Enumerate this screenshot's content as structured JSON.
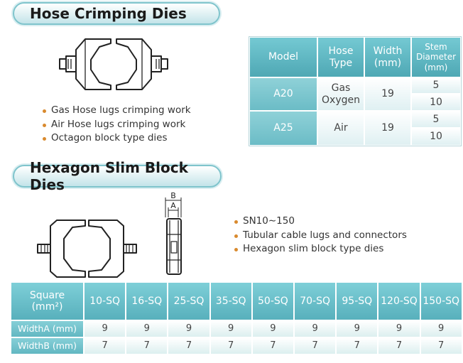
{
  "section1": {
    "title": "Hose Crimping Dies",
    "bullets": [
      "Gas Hose lugs crimping work",
      "Air Hose lugs crimping work",
      "Octagon block type dies"
    ]
  },
  "spec_table": {
    "headers": {
      "model": "Model",
      "hose_type": [
        "Hose",
        "Type"
      ],
      "width": [
        "Width",
        "(mm)"
      ],
      "stem": [
        "Stem",
        "Diameter",
        "(mm)"
      ]
    },
    "rows": [
      {
        "model": "A20",
        "hose_type": [
          "Gas",
          "Oxygen"
        ],
        "width": "19",
        "stem": [
          "5",
          "10"
        ]
      },
      {
        "model": "A25",
        "hose_type": [
          "Air"
        ],
        "width": "19",
        "stem": [
          "5",
          "10"
        ]
      }
    ]
  },
  "section2": {
    "title": "Hexagon Slim Block Dies",
    "bullets": [
      "SN10∼150",
      "Tubular cable lugs and connectors",
      "Hexagon slim block type dies"
    ],
    "dim_labels": {
      "b": "B",
      "a": "A"
    }
  },
  "dims_table": {
    "square_label": "Square",
    "square_unit": "(mm²)",
    "columns": [
      "10-SQ",
      "16-SQ",
      "25-SQ",
      "35-SQ",
      "50-SQ",
      "70-SQ",
      "95-SQ",
      "120-SQ",
      "150-SQ"
    ],
    "rows": [
      {
        "label": "WidthA (mm)",
        "values": [
          "9",
          "9",
          "9",
          "9",
          "9",
          "9",
          "9",
          "9",
          "9"
        ]
      },
      {
        "label": "WidthB (mm)",
        "values": [
          "7",
          "7",
          "7",
          "7",
          "7",
          "7",
          "7",
          "7",
          "7"
        ]
      }
    ]
  },
  "colors": {
    "accent": "#5fb6c1",
    "bullet": "#d98a2e"
  }
}
